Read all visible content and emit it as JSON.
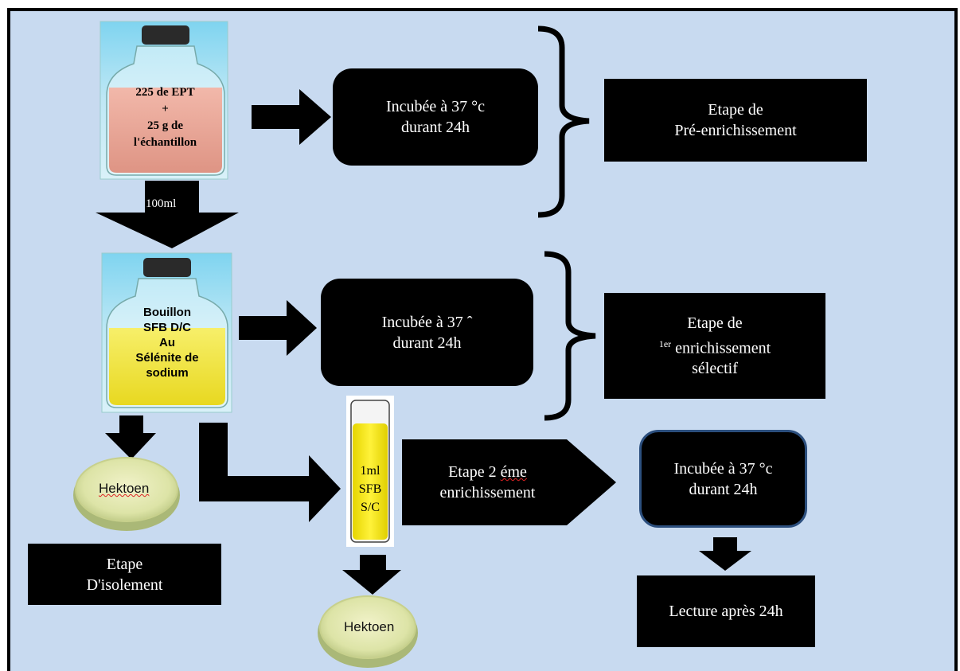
{
  "colors": {
    "background": "#c8daf0",
    "box": "#000000",
    "box_text": "#ffffff",
    "bottle_liquid_pink": "#e8a79a",
    "broth_yellow": "#f0e000"
  },
  "bottle1": {
    "lines": [
      "225 de EPT",
      "+",
      "25 g de",
      "l'échantillon"
    ]
  },
  "bottle2": {
    "lines": [
      "Bouillon",
      "SFB  D/C",
      "Au",
      "Sélénite de",
      "sodium"
    ]
  },
  "transfer_label": "100ml",
  "step1": {
    "incubation": [
      "Incubée à 37 °c",
      "durant 24h"
    ],
    "stage": [
      "Etape de",
      "Pré-enrichissement"
    ]
  },
  "step2": {
    "incubation": [
      "Incubée à 37 ˆ",
      "durant 24h"
    ],
    "stage_line1": "Etape de",
    "stage_line2_sup": "1er",
    "stage_line2_rest": " enrichissement",
    "stage_line3": "sélectif"
  },
  "step3": {
    "tube_lines": [
      "1ml",
      "SFB",
      "S/C"
    ],
    "stage_word1": "Etape 2 ",
    "stage_word2": "éme",
    "stage_line2": "enrichissement",
    "incubation": [
      "Incubée à 37 °c",
      "durant 24h"
    ],
    "reading": "Lecture après 24h"
  },
  "dish1_label": "Hektoen",
  "dish2_label": "Hektoen",
  "isolation": [
    "Etape",
    "D'isolement"
  ]
}
